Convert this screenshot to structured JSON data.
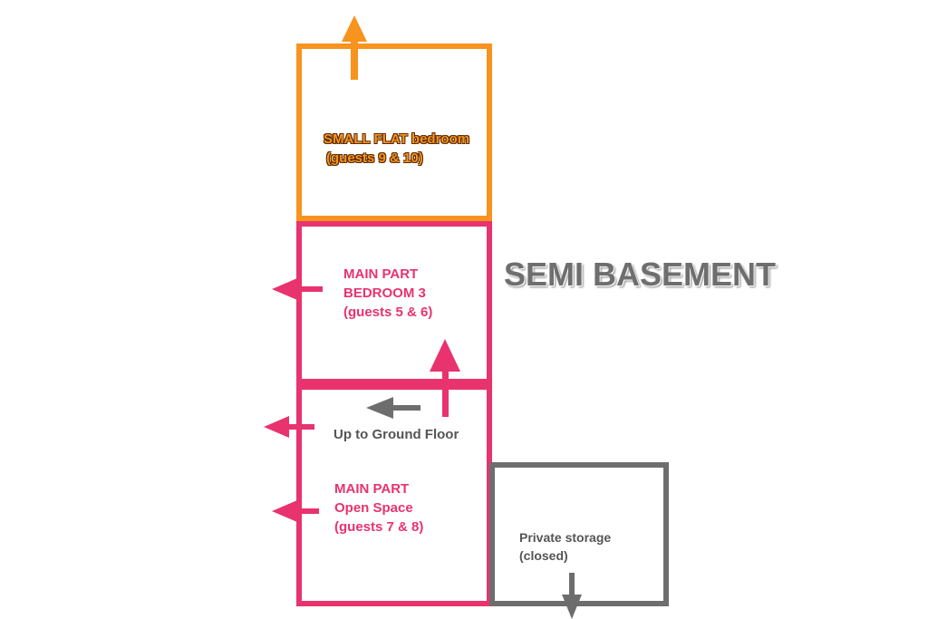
{
  "title": "SEMI BASEMENT",
  "colors": {
    "orange": "#f7931e",
    "pink": "#e8336e",
    "gray": "#6d6d6d"
  },
  "rooms": {
    "small_flat": {
      "lines": [
        "SMALL FLAT bedroom",
        "(guests 9 & 10)"
      ]
    },
    "bedroom3": {
      "lines": [
        "MAIN PART",
        "BEDROOM 3",
        "(guests 5 & 6)"
      ]
    },
    "open_space": {
      "lines": [
        "MAIN PART",
        "Open Space",
        "(guests 7 & 8)"
      ]
    },
    "storage": {
      "lines": [
        "Private storage",
        "(closed)"
      ]
    }
  },
  "stairs_label": "Up to Ground Floor"
}
